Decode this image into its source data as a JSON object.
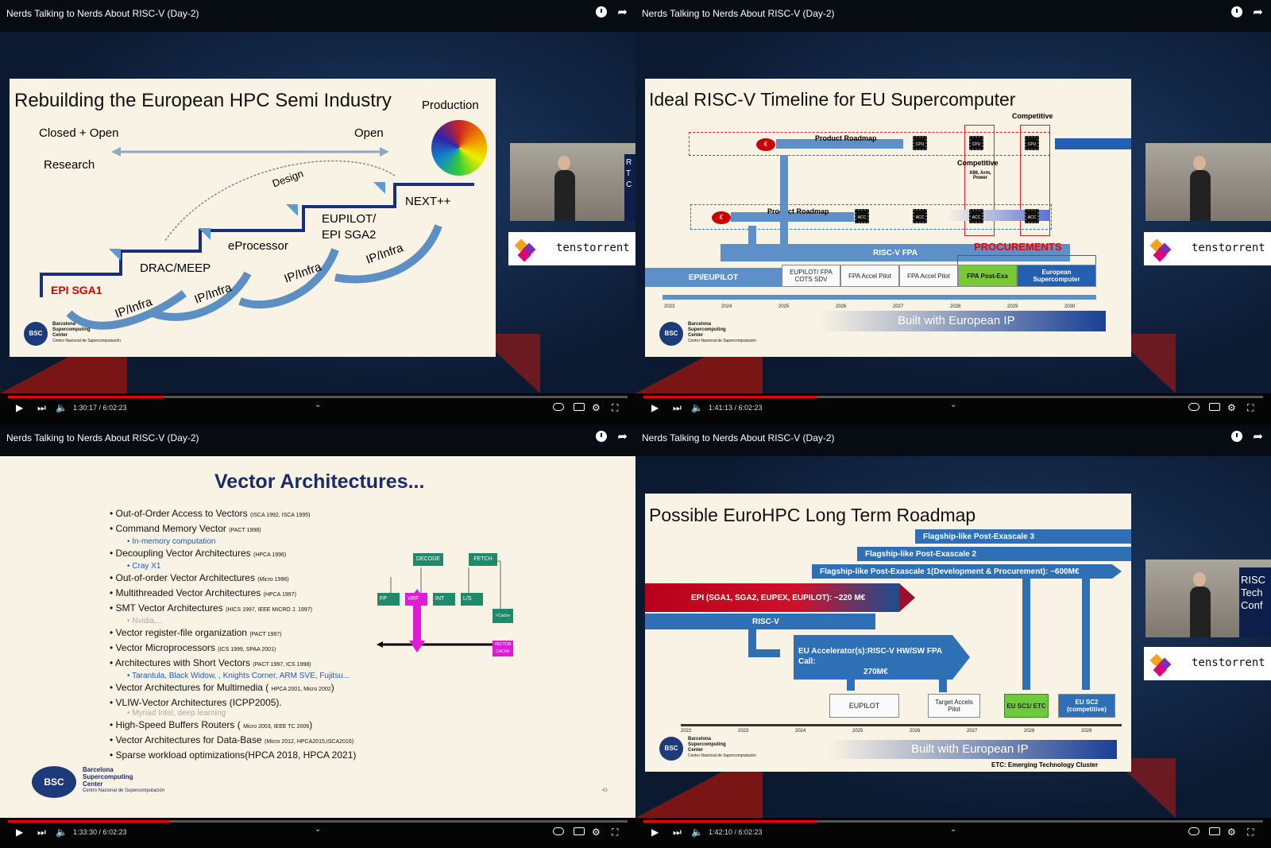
{
  "panels": [
    {
      "title": "Nerds Talking to Nerds About RISC-V (Day-2)",
      "time": "1:30:17 / 6:02:23",
      "progress": 0.25,
      "slide": {
        "title": "Rebuilding the European HPC Semi Industry",
        "production": "Production",
        "closed_open": "Closed + Open",
        "open": "Open",
        "research": "Research",
        "design": "Design",
        "steps": [
          "EPI SGA1",
          "DRAC/MEEP",
          "eProcessor",
          "EUPILOT/",
          "EPI SGA2",
          "NEXT++"
        ],
        "ipinfra": "IP/Infra"
      },
      "camera_sign": "R T C",
      "logo_text": "tenstorrent"
    },
    {
      "title": "Nerds Talking to Nerds About RISC-V (Day-2)",
      "time": "1:41:13 / 6:02:23",
      "progress": 0.28,
      "slide": {
        "title": "Ideal RISC-V Timeline for EU Supercomputer",
        "competitive_top": "Competitive",
        "product_roadmap_1": "Product Roadmap",
        "product_roadmap_2": "Product Roadmap",
        "competitive_mid": "Competitive",
        "x86": "X86, Arm, Power",
        "riscv_fpa": "RISC-V FPA",
        "procurements": "PROCUREMENTS",
        "epi_eupilot": "EPI/EUPILOT",
        "boxes": [
          "EUPILOT/ FPA COTS SDV",
          "FPA Accel Pilot",
          "FPA Accel Pilot",
          "FPA Post-Exa",
          "European Supercomputer"
        ],
        "years": [
          "2023",
          "2024",
          "2025",
          "2026",
          "2027",
          "2028",
          "2029",
          "2030"
        ],
        "built": "Built with European IP",
        "chips": [
          "CPU",
          "CPU",
          "CPU",
          "ACC",
          "ACC",
          "ACC",
          "ACC"
        ]
      },
      "logo_text": "tenstorrent"
    },
    {
      "title": "Nerds Talking to Nerds About RISC-V (Day-2)",
      "time": "1:33:30 / 6:02:23",
      "progress": 0.26,
      "slide": {
        "title": "Vector Architectures...",
        "items": [
          {
            "text": "Out-of-Order Access to Vectors",
            "ref": "(ISCA 1992, ISCA 1995)"
          },
          {
            "text": "Command Memory Vector",
            "ref": "(PACT 1998)",
            "sub": "In-memory computation"
          },
          {
            "text": "Decoupling Vector Architectures",
            "ref": "(HPCA 1996)",
            "sub": "Cray X1"
          },
          {
            "text": "Out-of-order Vector Architectures",
            "ref": "(Micro 1996)"
          },
          {
            "text": "Multithreaded Vector Architectures",
            "ref": "(HPCA 1997)"
          },
          {
            "text": "SMT Vector Architectures",
            "ref": "(HICS 1997, IEEE MICRO J. 1997)",
            "sub_grey": "Nvidia,..."
          },
          {
            "text": "Vector register-file organization",
            "ref": "(PACT 1997)"
          },
          {
            "text": "Vector Microprocessors",
            "ref": "(ICS 1999, SPAA 2001)"
          },
          {
            "text": "Architectures with Short Vectors",
            "ref": "(PACT 1997, ICS 1998)",
            "sub": "Tarantula, Black Widow, , Knights Corner, ARM SVE, Fujitsu..."
          },
          {
            "text": "Vector Architectures for Multimedia (",
            "ref": "HPCA 2001, Micro 2002",
            "tail": ")"
          },
          {
            "text": "VLIW-Vector Architectures (ICPP2005).",
            "sub_grey": "Myriad Intel, deep learning"
          },
          {
            "text": "High-Speed Buffers Routers (",
            "ref": "Micro 2003, IEEE TC 2006",
            "tail": ")"
          },
          {
            "text": "Vector Architectures for Data-Base",
            "ref": "(Micro 2012, HPCA2015,ISCA2016)"
          },
          {
            "text": "Sparse workload optimizations(HPCA 2018, HPCA 2021)"
          }
        ],
        "diagram": {
          "decode": "DECODE",
          "fetch": "FETCH",
          "fp": "FP",
          "vrf": "VRF",
          "int": "INT",
          "ls": "L/S",
          "icache": "I-Cache",
          "vcache": "VECTOR CACHE"
        },
        "page_num": "43"
      }
    },
    {
      "title": "Nerds Talking to Nerds About RISC-V (Day-2)",
      "time": "1:42:10 / 6:02:23",
      "progress": 0.28,
      "slide": {
        "title": "Possible EuroHPC Long Term Roadmap",
        "flag3": "Flagship-like Post-Exascale 3",
        "flag2": "Flagship-like Post-Exascale 2",
        "flag1": "Flagship-like Post-Exascale 1(Development & Procurement): ~600M€",
        "epi": "EPI (SGA1, SGA2, EUPEX, EUPILOT): ~220 M€",
        "riscv": "RISC-V",
        "accel": "EU Accelerator(s):RISC-V HW/SW FPA Call:",
        "accel2": "270M€",
        "eupilot": "EUPILOT",
        "target": "Target Accels Pilot",
        "sc1": "EU SC1/ ETC",
        "sc2": "EU SC2 (competitive)",
        "years": [
          "2022",
          "2023",
          "2024",
          "2025",
          "2026",
          "2027",
          "2028",
          "2029"
        ],
        "built": "Built with European IP",
        "etc": "ETC: Emerging Technology Cluster"
      },
      "camera_sign": "RISC Tech Conf",
      "logo_text": "tenstorrent"
    }
  ],
  "bsc": {
    "l1": "Barcelona",
    "l2": "Supercomputing",
    "l3": "Center",
    "l4": "Centro Nacional de Supercomputación",
    "mark": "BSC"
  },
  "colors": {
    "accent_red": "#e00000",
    "slide_bg": "#f8f3e4",
    "blue": "#2e6fb5",
    "dark_blue": "#1a4f8f"
  }
}
